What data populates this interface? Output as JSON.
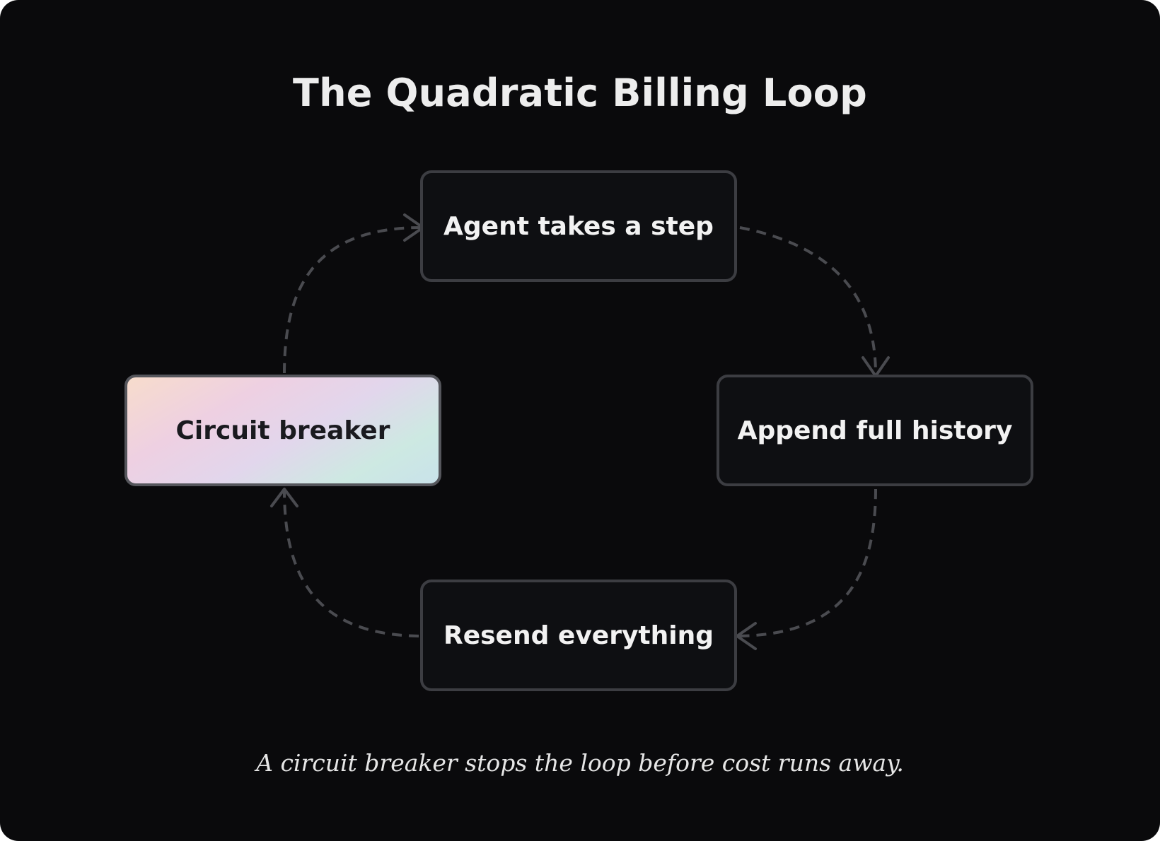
{
  "diagram": {
    "title": "The Quadratic Billing Loop",
    "nodes": [
      {
        "id": "agent-step",
        "label": "Agent takes a step"
      },
      {
        "id": "append-history",
        "label": "Append full history"
      },
      {
        "id": "resend",
        "label": "Resend everything"
      },
      {
        "id": "circuit-breaker",
        "label": "Circuit breaker",
        "highlighted": true
      }
    ],
    "edges": [
      {
        "from": "agent-step",
        "to": "append-history",
        "style": "dashed"
      },
      {
        "from": "append-history",
        "to": "resend",
        "style": "dashed"
      },
      {
        "from": "resend",
        "to": "circuit-breaker",
        "style": "dashed"
      },
      {
        "from": "circuit-breaker",
        "to": "agent-step",
        "style": "dashed"
      }
    ],
    "caption": "A circuit breaker stops the loop before cost runs away."
  },
  "colors": {
    "background": "#0a0a0c",
    "node_fill": "#0e0f12",
    "node_border": "#3c3d42",
    "edge": "#4a4b50",
    "text": "#f2f2f2"
  }
}
